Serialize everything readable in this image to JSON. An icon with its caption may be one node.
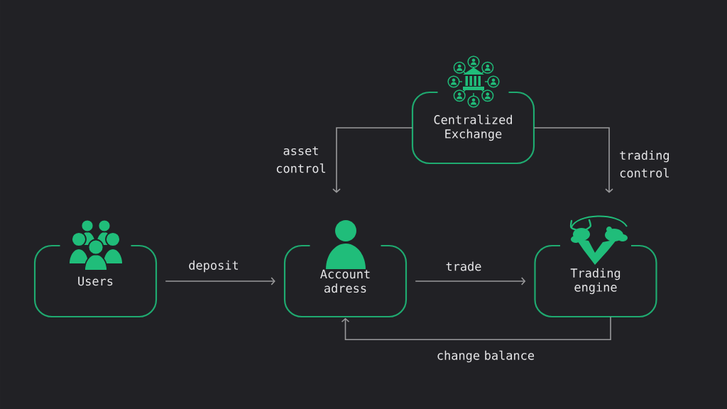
{
  "diagram": {
    "nodes": [
      {
        "text": [
          "Centralized Exchange"
        ]
      },
      {
        "text": [
          "Users"
        ]
      },
      {
        "text": [
          "Account adress"
        ]
      },
      {
        "text": [
          "Trading engine"
        ]
      }
    ],
    "edges": [
      {
        "from": 1,
        "to": 2,
        "arrow": "to",
        "label": "deposit"
      },
      {
        "from": 2,
        "to": 3,
        "arrow": "to",
        "label": "trade"
      },
      {
        "from": 0,
        "to": 2,
        "arrow": "to",
        "label": "asset control"
      },
      {
        "from": 0,
        "to": 3,
        "arrow": "to",
        "label": "trading control"
      },
      {
        "from": 3,
        "to": 2,
        "arrow": "to",
        "label": "change balance"
      }
    ]
  }
}
